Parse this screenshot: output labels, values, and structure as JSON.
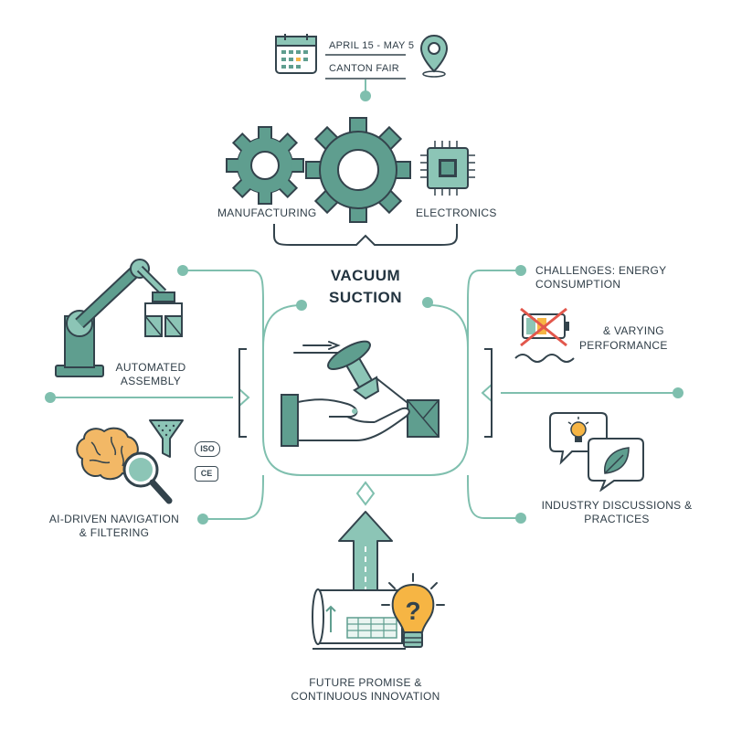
{
  "event": {
    "dates": "APRIL 15 - MAY 5",
    "name": "CANTON FAIR"
  },
  "center": {
    "title_line1": "VACUUM",
    "title_line2": "SUCTION"
  },
  "industries": {
    "left": "MANUFACTURING",
    "right": "ELECTRONICS"
  },
  "automated_assembly": {
    "line1": "AUTOMATED",
    "line2": "ASSEMBLY"
  },
  "ai_navigation": {
    "line1": "AI-DRIVEN NAVIGATION",
    "line2": "& FILTERING",
    "iso_badge": "ISO",
    "ce_badge": "CE"
  },
  "challenges": {
    "line1": "CHALLENGES: ENERGY",
    "line2": "CONSUMPTION",
    "line3": "& VARYING",
    "line4": "PERFORMANCE"
  },
  "discussions": {
    "line1": "INDUSTRY DISCUSSIONS &",
    "line2": "PRACTICES"
  },
  "future": {
    "line1": "FUTURE PROMISE &",
    "line2": "CONTINUOUS INNOVATION"
  },
  "colors": {
    "teal": "#5f9e8f",
    "teal_light": "#8cc5b6",
    "connector": "#7fbfae",
    "outline": "#33434c",
    "bulb": "#f6b544",
    "cross": "#e2574c"
  }
}
